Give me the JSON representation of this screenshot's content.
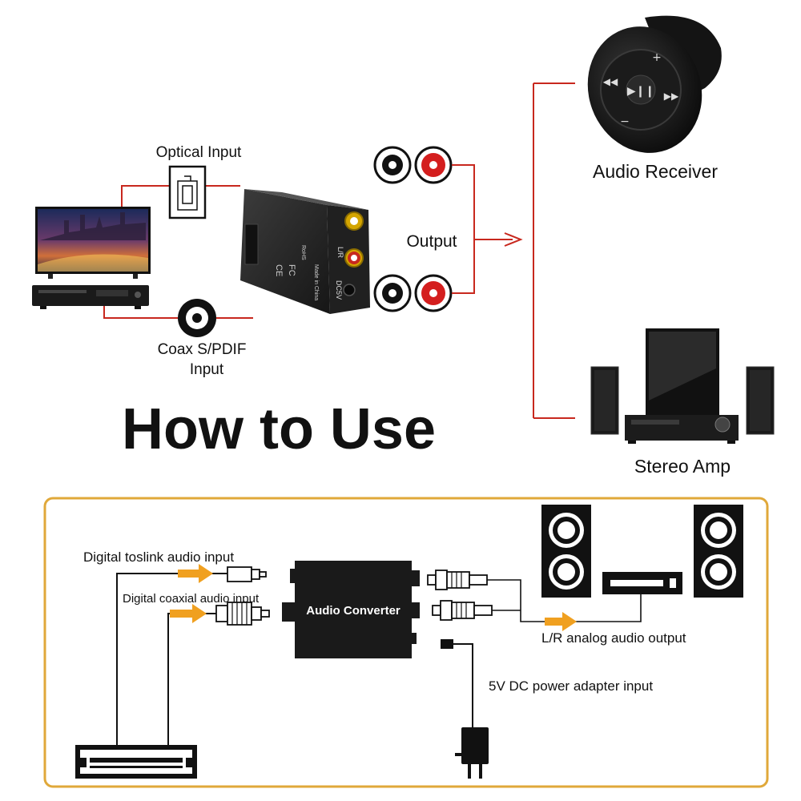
{
  "top_section": {
    "optical_input_label": "Optical Input",
    "coax_label_line1": "Coax S/PDIF",
    "coax_label_line2": "Input",
    "output_label": "Output",
    "audio_receiver_label": "Audio Receiver",
    "stereo_amp_label": "Stereo Amp",
    "device_markings": {
      "ce": "CE",
      "fc": "FC",
      "rohs": "RoHS",
      "made_in_china": "Made in China",
      "dc5v": "DC5V",
      "l_r": "L/R"
    }
  },
  "headline": "How to Use",
  "bottom_section": {
    "toslink_label": "Digital  toslink audio input",
    "coaxial_label": "Digital  coaxial audio input",
    "converter_label": "Audio Converter",
    "analog_output_label": "L/R analog audio output",
    "power_label": "5V DC power adapter input"
  },
  "colors": {
    "wire_red": "#c8281e",
    "arrow_orange": "#f0a020",
    "frame_gold": "#e0a83a",
    "device_black": "#1a1a1a"
  }
}
